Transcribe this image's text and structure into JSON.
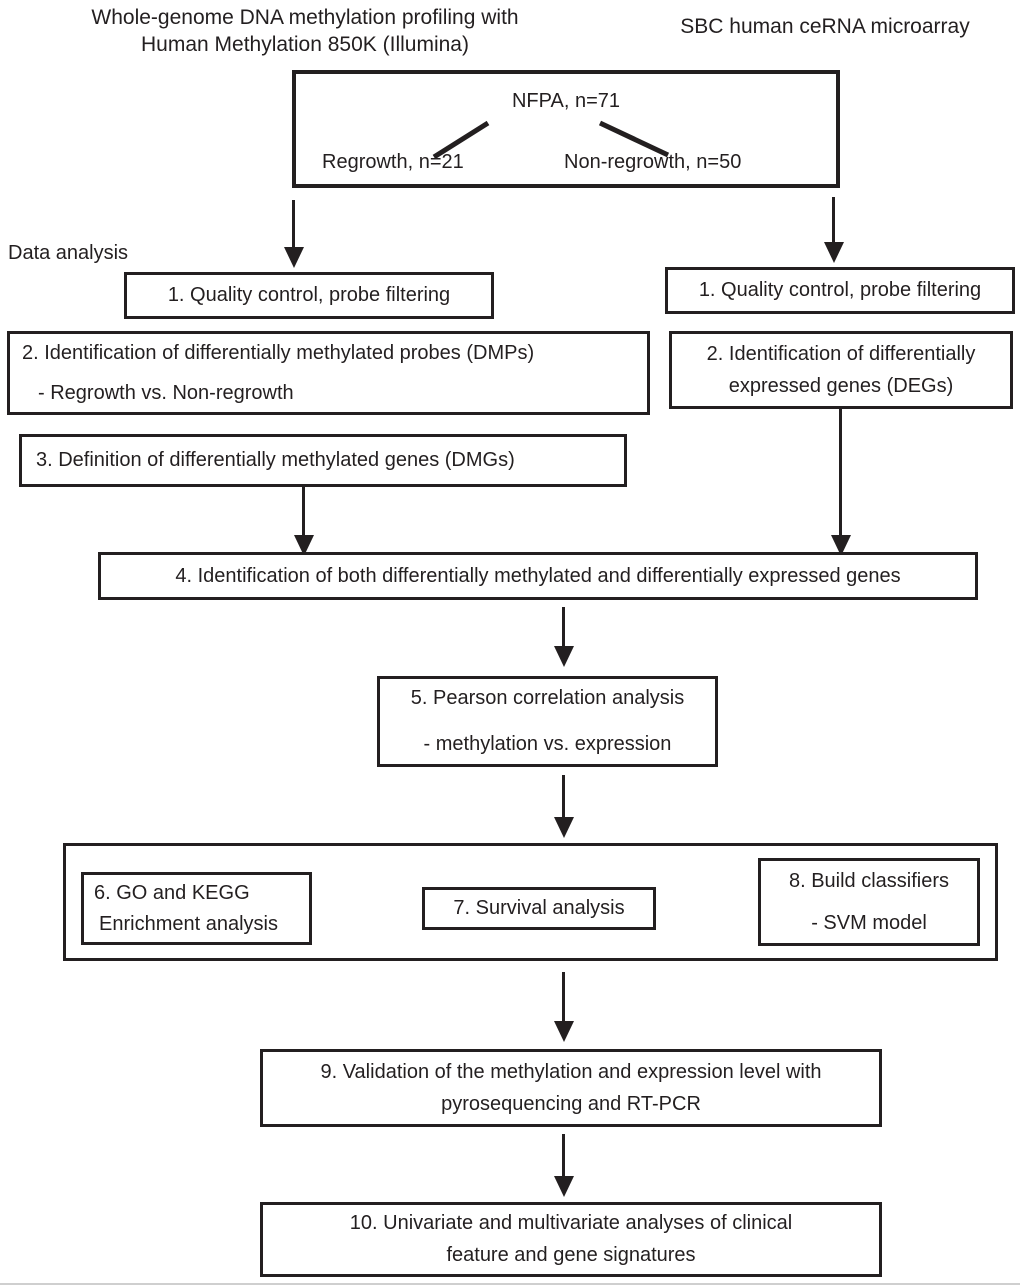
{
  "headers": {
    "left_line1": "Whole-genome DNA methylation profiling with",
    "left_line2": "Human Methylation 850K (Illumina)",
    "right": "SBC human ceRNA microarray"
  },
  "cohort": {
    "root": "NFPA, n=71",
    "left_branch": "Regrowth, n=21",
    "right_branch": "Non-regrowth, n=50"
  },
  "section_label": "Data analysis",
  "steps": {
    "left_qc": "1. Quality control, probe filtering",
    "right_qc": "1. Quality control, probe filtering",
    "dmp_line1": "2. Identification of differentially methylated probes (DMPs)",
    "dmp_line2": "- Regrowth vs. Non-regrowth",
    "deg_line1": "2. Identification of differentially",
    "deg_line2": "expressed genes (DEGs)",
    "dmg": "3. Definition of differentially methylated genes (DMGs)",
    "both": "4. Identification of both differentially methylated and differentially expressed genes",
    "pearson_line1": "5. Pearson correlation analysis",
    "pearson_line2": "- methylation vs. expression",
    "go_line1": "6. GO and KEGG",
    "go_line2": "Enrichment analysis",
    "survival": "7. Survival analysis",
    "classifiers_line1": "8. Build classifiers",
    "classifiers_line2": "- SVM model",
    "validation_line1": "9. Validation of the methylation and expression level with",
    "validation_line2": "pyrosequencing and RT-PCR",
    "multivariate_line1": "10. Univariate and multivariate analyses of clinical",
    "multivariate_line2": "feature and gene signatures"
  },
  "colors": {
    "ink": "#231f20",
    "background": "#ffffff"
  }
}
